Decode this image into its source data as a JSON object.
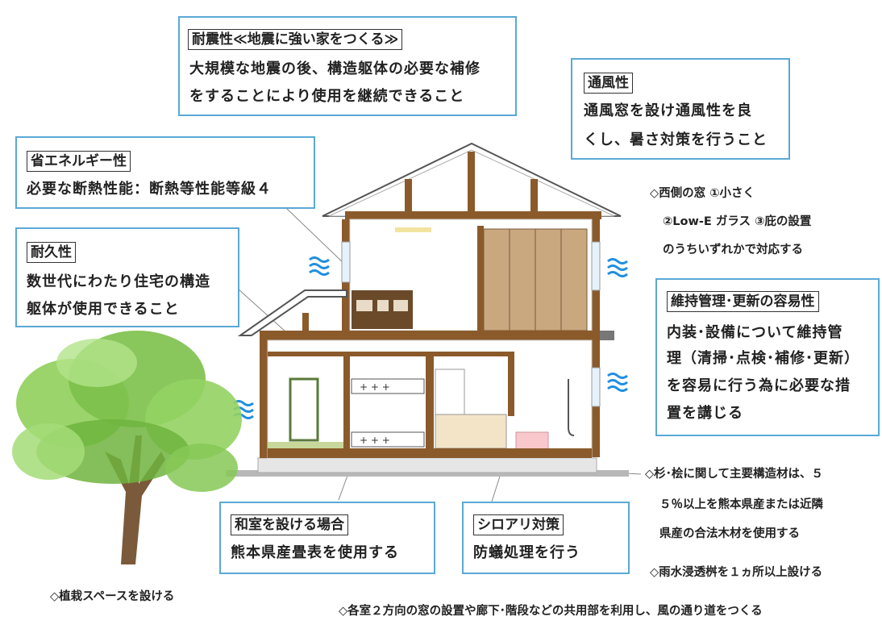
{
  "boxes": {
    "seismic": {
      "title": "耐震性≪地震に強い家をつくる≫",
      "lines": [
        "大規模な地震の後、構造躯体の必要な補修",
        "をすることにより使用を継続できること"
      ]
    },
    "ventilation": {
      "title": "通風性",
      "lines": [
        "通風窓を設け通風性を良",
        "くし、暑さ対策を行うこと"
      ]
    },
    "energy": {
      "title": "省エネルギー性",
      "lines": [
        "必要な断熱性能：断熱等性能等級４"
      ]
    },
    "durability": {
      "title": "耐久性",
      "lines": [
        "数世代にわたり住宅の構造",
        "躯体が使用できること"
      ]
    },
    "maintenance": {
      "title": "維持管理･更新の容易性",
      "lines": [
        "内装･設備について維持管",
        "理（清掃･点検･補修･更新）",
        "を容易に行う為に必要な措",
        "置を講じる"
      ]
    },
    "washitsu": {
      "title": "和室を設ける場合",
      "lines": [
        "熊本県産畳表を使用する"
      ]
    },
    "termite": {
      "title": "シロアリ対策",
      "lines": [
        "防蟻処理を行う"
      ]
    }
  },
  "notes": {
    "west_window": [
      "◇西側の窓 ①小さく",
      "②Low-E ガラス ③庇の設置",
      "のうちいずれかで対応する"
    ],
    "timber": [
      "◇杉･桧に関して主要構造材は、５",
      "５％以上を熊本県産または近隣",
      "県産の合法木材を使用する"
    ],
    "rainwater": "◇雨水浸透桝を１ヵ所以上設ける",
    "planting": "◇植栽スペースを設ける",
    "wind_path": "◇各室２方向の窓の設置や廊下･階段などの共用部を利用し、風の通り道をつくる"
  },
  "icons": {
    "wind": "wind-icon",
    "tree": "tree-icon"
  },
  "colors": {
    "box_border": "#5aa9d6",
    "wood": "#8b5a2b",
    "wind": "#1f8fe0",
    "leaf": "#7cc04a",
    "trunk": "#7a5a3a"
  }
}
